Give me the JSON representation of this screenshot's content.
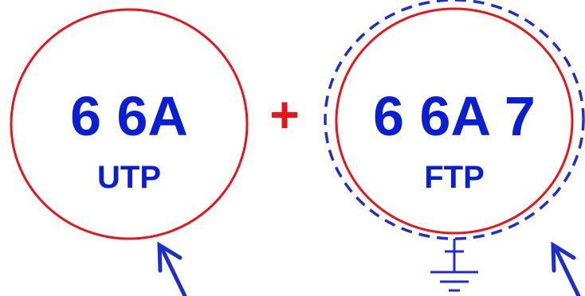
{
  "utp": {
    "categories": "6 6A",
    "type": "UTP"
  },
  "plus": "+",
  "ftp": {
    "categories": "6 6A 7",
    "type": "FTP"
  },
  "colors": {
    "circle": "#e8141c",
    "text": "#0a1ed2",
    "shield": "#1f2fc8",
    "plus": "#e8141c",
    "arrow": "#1f2fc8"
  },
  "icons": [
    "ground-icon",
    "arrow-icon"
  ]
}
